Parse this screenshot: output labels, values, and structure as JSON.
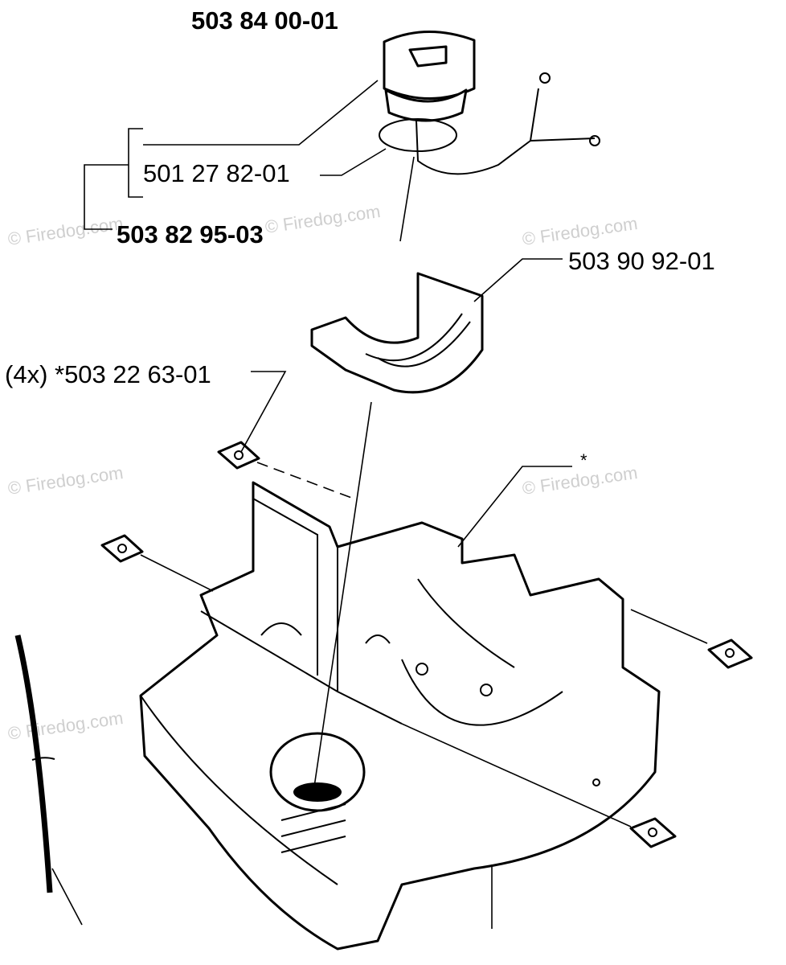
{
  "labels": {
    "oil_cap": "503 84 00-01",
    "o_ring": "501 27 82-01",
    "cap_assembly": "503 82 95-03",
    "tank_insert": "503 90 92-01",
    "nuts": "(4x) *503 22 63-01",
    "housing_star": "*"
  },
  "watermark": {
    "text": "© Firedog.com"
  }
}
